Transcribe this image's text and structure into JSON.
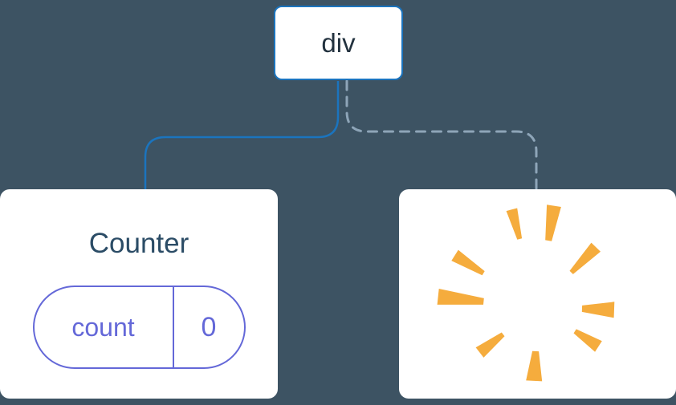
{
  "diagram": {
    "root": {
      "label": "div"
    },
    "counter": {
      "title": "Counter",
      "state": {
        "key": "count",
        "value": "0"
      }
    },
    "poof": {
      "icon": "poof-starburst-icon"
    },
    "colors": {
      "background": "#3D5363",
      "card": "#FFFFFF",
      "blue": "#1B74BE",
      "dashed": "#8EA5B8",
      "heading": "#2B4C66",
      "root_text": "#23323F",
      "indigo": "#6468D8",
      "orange": "#F5AC3D"
    }
  }
}
